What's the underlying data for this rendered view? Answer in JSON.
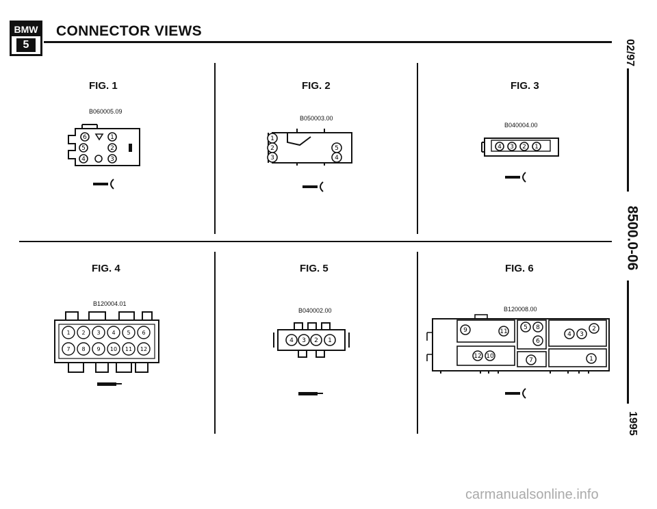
{
  "header": {
    "logo_top": "BMW",
    "logo_bottom": "5",
    "title": "CONNECTOR VIEWS"
  },
  "side": {
    "date": "02/97",
    "doc": "8500.0-06",
    "year": "1995"
  },
  "figures": [
    {
      "label": "FIG. 1",
      "code": "B060005.09",
      "pins": [
        "6",
        "1",
        "5",
        "2",
        "4",
        "3"
      ]
    },
    {
      "label": "FIG. 2",
      "code": "B050003.00",
      "pins": [
        "1",
        "2",
        "3",
        "5",
        "4"
      ]
    },
    {
      "label": "FIG. 3",
      "code": "B040004.00",
      "pins": [
        "4",
        "3",
        "2",
        "1"
      ]
    },
    {
      "label": "FIG. 4",
      "code": "B120004.01",
      "pins": [
        "1",
        "2",
        "3",
        "4",
        "5",
        "6",
        "7",
        "8",
        "9",
        "10",
        "11",
        "12"
      ]
    },
    {
      "label": "FIG. 5",
      "code": "B040002.00",
      "pins": [
        "4",
        "3",
        "2",
        "1"
      ]
    },
    {
      "label": "FIG. 6",
      "code": "B120008.00",
      "pins": [
        "9",
        "11",
        "5",
        "8",
        "6",
        "4",
        "3",
        "2",
        "12",
        "10",
        "7",
        "1"
      ]
    }
  ],
  "footer": {
    "watermark": "carmanualsonline.info"
  }
}
